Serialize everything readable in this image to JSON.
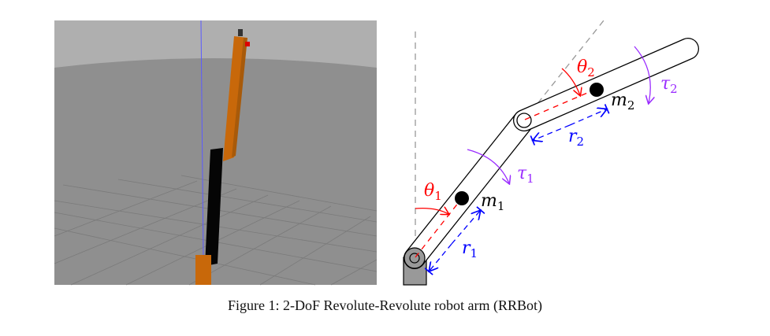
{
  "figure": {
    "caption": "Figure 1: 2-DoF Revolute-Revolute robot arm (RRBot)",
    "diagram_labels": {
      "theta1": {
        "sym": "θ",
        "sub": "1"
      },
      "theta2": {
        "sym": "θ",
        "sub": "2"
      },
      "tau1": {
        "sym": "τ",
        "sub": "1"
      },
      "tau2": {
        "sym": "τ",
        "sub": "2"
      },
      "m1": {
        "sym": "m",
        "sub": "1"
      },
      "m2": {
        "sym": "m",
        "sub": "2"
      },
      "r1": {
        "sym": "r",
        "sub": "1"
      },
      "r2": {
        "sym": "r",
        "sub": "2"
      }
    },
    "colors": {
      "angle": "#ff0000",
      "torque": "#9a2cff",
      "distance": "#0000ff",
      "link_orange": "#c8680a"
    }
  }
}
